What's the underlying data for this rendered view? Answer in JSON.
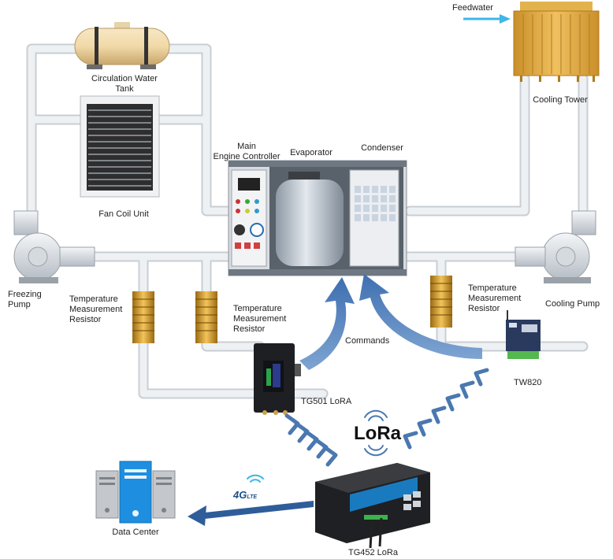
{
  "labels": {
    "feedwater": "Feedwater",
    "circulation_tank_line1": "Circulation Water",
    "circulation_tank_line2": "Tank",
    "cooling_tower": "Cooling Tower",
    "main_controller_line1": "Main",
    "main_controller_line2": "Engine Controller",
    "evaporator": "Evaporator",
    "condenser": "Condenser",
    "fan_coil_unit": "Fan Coil Unit",
    "freezing_pump_line1": "Freezing",
    "freezing_pump_line2": "Pump",
    "temp_resistor_left_line1": "Temperature",
    "temp_resistor_left_line2": "Measurement",
    "temp_resistor_left_line3": "Resistor",
    "temp_resistor_mid_line1": "Temperature",
    "temp_resistor_mid_line2": "Measurement",
    "temp_resistor_mid_line3": "Resistor",
    "temp_resistor_right_line1": "Temperature",
    "temp_resistor_right_line2": "Measurement",
    "temp_resistor_right_line3": "Resistor",
    "cooling_pump": "Cooling Pump",
    "commands": "Commands",
    "tg501": "TG501 LoRA",
    "tw820": "TW820",
    "lora_logo": "LoRa",
    "lte_logo_4g": "4G",
    "lte_logo_lte": "LTE",
    "data_center": "Data Center",
    "tg452": "TG452 LoRa"
  },
  "colors": {
    "pipe": "#e8ebee",
    "pipe_edge": "#c9ced3",
    "arrow_blue": "#2f5d9a",
    "lora_chevron": "#4a78b0",
    "tower_gold": "#d9a441",
    "server_blue": "#1e8fe0",
    "feed_arrow": "#3fb6e8"
  }
}
